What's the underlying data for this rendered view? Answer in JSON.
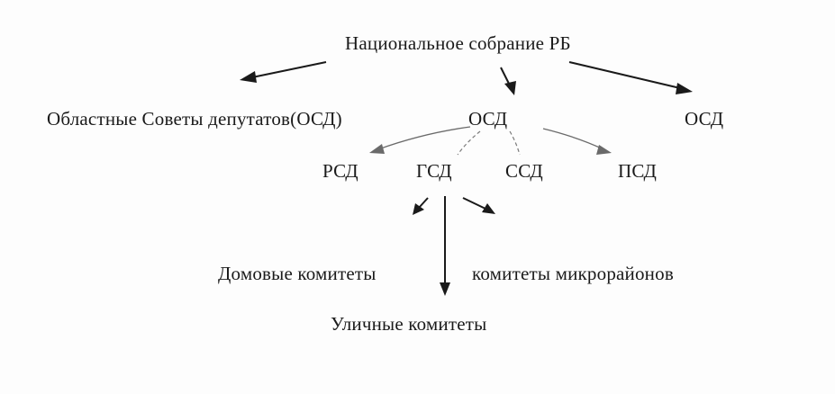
{
  "diagram": {
    "root": "Национальное собрание РБ",
    "regional_left": "Областные Советы депутатов(ОСД)",
    "regional_center": "ОСД",
    "regional_right": "ОСД",
    "district_councils": [
      "РСД",
      "ГСД",
      "ССД",
      "ПСД"
    ],
    "local_left": "Домовые комитеты",
    "local_right": "комитеты микрорайонов",
    "local_bottom": "Уличные комитеты"
  }
}
